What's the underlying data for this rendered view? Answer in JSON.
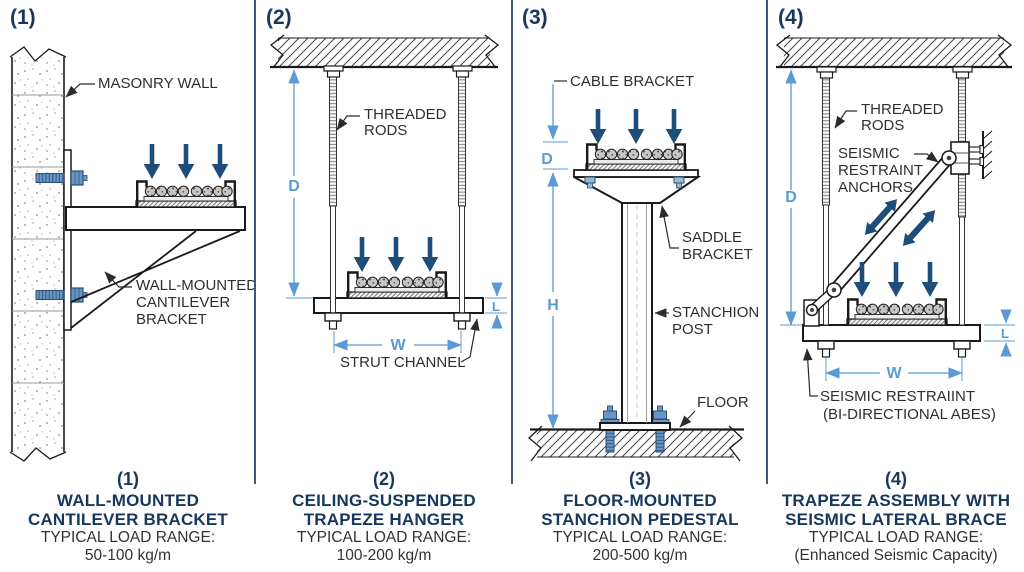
{
  "colors": {
    "navy_heading": "#17375d",
    "load_arrow": "#1d4e79",
    "dimension_blue": "#5b9bd5",
    "linework": "#1a1a1a",
    "label_text": "#2f2f2f",
    "bolt_blue": "#6b96c4"
  },
  "panels": [
    {
      "num": "(1)",
      "labels": {
        "wall": "MASONRY WALL",
        "bracket1": "WALL-MOUNTED",
        "bracket2": "CANTILEVER",
        "bracket3": "BRACKET"
      },
      "caption": {
        "title1": "WALL-MOUNTED",
        "title2": "CANTILEVER BRACKET",
        "load_label": "TYPICAL LOAD RANGE:",
        "load_value": "50-100 kg/m"
      }
    },
    {
      "num": "(2)",
      "labels": {
        "rods1": "THREADED",
        "rods2": "RODS",
        "strut": "STRUT CHANNEL"
      },
      "dims": {
        "d": "D",
        "w": "W",
        "l": "L"
      },
      "caption": {
        "title1": "CEILING-SUSPENDED",
        "title2": "TRAPEZE HANGER",
        "load_label": "TYPICAL LOAD RANGE:",
        "load_value": "100-200 kg/m"
      }
    },
    {
      "num": "(3)",
      "labels": {
        "cable": "CABLE BRACKET",
        "saddle1": "SADDLE",
        "saddle2": "BRACKET",
        "post1": "STANCHION",
        "post2": "POST",
        "floor": "FLOOR"
      },
      "dims": {
        "d": "D",
        "h": "H"
      },
      "caption": {
        "title1": "FLOOR-MOUNTED",
        "title2": "STANCHION PEDESTAL",
        "load_label": "TYPICAL LOAD RANGE:",
        "load_value": "200-500 kg/m"
      }
    },
    {
      "num": "(4)",
      "labels": {
        "rods1": "THREADED",
        "rods2": "RODS",
        "anchors1": "SEISMIC",
        "anchors2": "RESTRAINT",
        "anchors3": "ANCHORS",
        "restraint1": "SEISMIC RESTRAIINT",
        "restraint2": "(BI-DIRECTIONAL ABES)"
      },
      "dims": {
        "d": "D",
        "w": "W",
        "l": "L"
      },
      "caption": {
        "title1": "TRAPEZE ASSEMBLY WITH",
        "title2": "SEISMIC LATERAL BRACE",
        "load_label": "TYPICAL LOAD RANGE:",
        "load_value": "(Enhanced Seismic Capacity)"
      }
    }
  ]
}
